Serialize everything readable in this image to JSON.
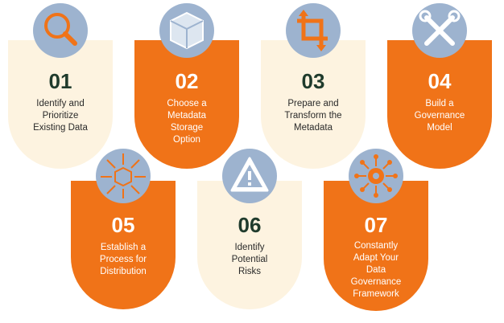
{
  "colors": {
    "accent": "#f07318",
    "cream": "#fdf3e0",
    "icon_circle": "#9db3cf",
    "number": "#1f3b2c"
  },
  "steps": [
    {
      "number": "01",
      "lines": [
        "Identify and",
        "Prioritize",
        "Existing Data"
      ],
      "style": "cream",
      "icon": "magnifier-icon"
    },
    {
      "number": "02",
      "lines": [
        "Choose a",
        "Metadata",
        "Storage",
        "Option"
      ],
      "style": "orange",
      "icon": "box-icon"
    },
    {
      "number": "03",
      "lines": [
        "Prepare and",
        "Transform the",
        "Metadata"
      ],
      "style": "cream",
      "icon": "crop-transform-icon"
    },
    {
      "number": "04",
      "lines": [
        "Build a",
        "Governance",
        "Model"
      ],
      "style": "orange",
      "icon": "wrench-screwdriver-icon"
    },
    {
      "number": "05",
      "lines": [
        "Establish a",
        "Process for",
        "Distribution"
      ],
      "style": "orange",
      "icon": "distribution-box-icon"
    },
    {
      "number": "06",
      "lines": [
        "Identify",
        "Potential",
        "Risks"
      ],
      "style": "cream",
      "icon": "warning-icon"
    },
    {
      "number": "07",
      "lines": [
        "Constantly",
        "Adapt Your",
        "Data",
        "Governance",
        "Framework"
      ],
      "style": "orange",
      "icon": "gear-network-icon"
    }
  ]
}
